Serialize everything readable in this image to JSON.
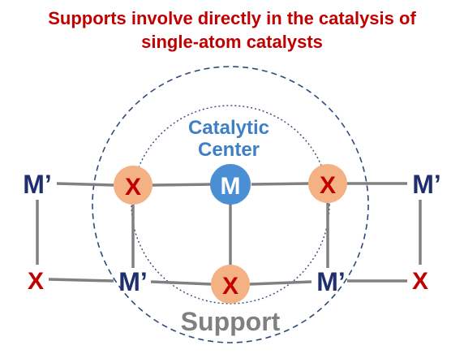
{
  "title": {
    "line1": "Supports involve directly in the catalysis of",
    "line2": "single-atom catalysts"
  },
  "center_label": {
    "line1": "Catalytic",
    "line2": "Center"
  },
  "support_label": "Support",
  "atoms": {
    "metal_center": "M",
    "support_metal": "M’",
    "nonmetal": "X"
  },
  "colors": {
    "title": "#c00000",
    "metal_center_fill": "#4a8fd4",
    "center_label": "#3f7fc4",
    "x_fill": "#f4b183",
    "x_text": "#c00000",
    "m_prime_text": "#1f2f6e",
    "bond": "#808080",
    "circle_line": "#2e4a78",
    "support_label": "#808080"
  }
}
